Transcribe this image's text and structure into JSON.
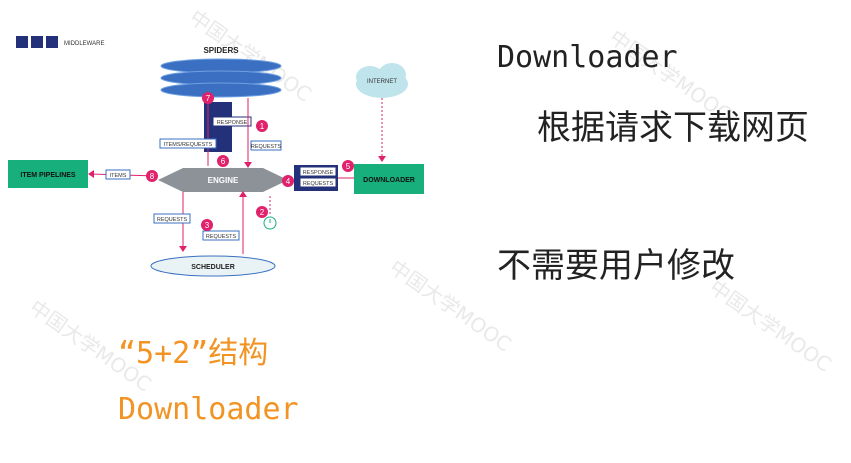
{
  "watermark": "中国大学MOOC",
  "diagram": {
    "legend_label": "MIDDLEWARE",
    "spiders": "SPIDERS",
    "internet": "INTERNET",
    "engine": "ENGINE",
    "item_pipelines": "ITEM PIPELINES",
    "downloader": "DOWNLOADER",
    "scheduler": "SCHEDULER",
    "response_top": "RESPONSE",
    "items_requests": "ITEMS/REQUESTS",
    "requests_right": "REQUESTS",
    "items": "ITEMS",
    "response_right": "RESPONSE",
    "requests_mid": "REQUESTS",
    "requests_left": "REQUESTS",
    "requests_bottom": "REQUESTS",
    "steps": [
      "1",
      "2",
      "3",
      "4",
      "5",
      "6",
      "7",
      "8"
    ],
    "colors": {
      "teal": "#17b07c",
      "blue": "#3a6fc1",
      "navy": "#23317a",
      "magenta": "#e0216b",
      "gray": "#8d9299",
      "cloud": "#bfe4ec"
    }
  },
  "right": {
    "title": "Downloader",
    "subtitle": "根据请求下载网页",
    "note": "不需要用户修改"
  },
  "left_caption": {
    "line1": "“5+2”结构",
    "line2": "Downloader"
  }
}
